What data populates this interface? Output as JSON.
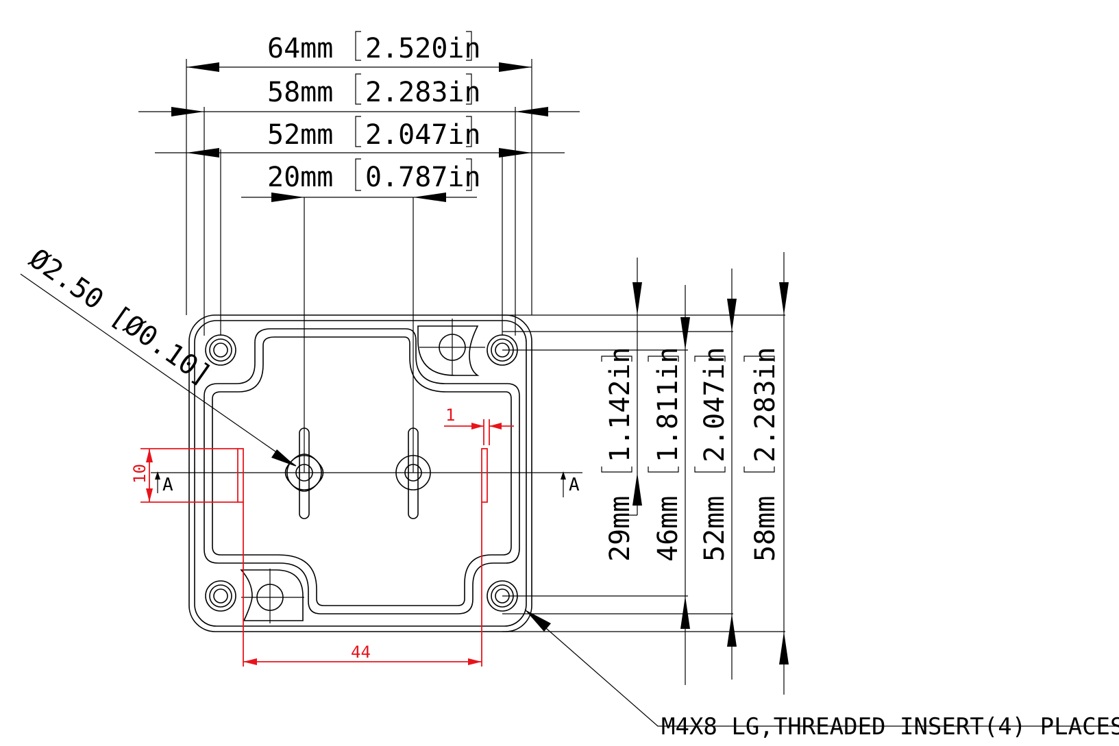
{
  "dims_top": [
    {
      "mm": "64mm",
      "in": "2.520in"
    },
    {
      "mm": "58mm",
      "in": "2.283in"
    },
    {
      "mm": "52mm",
      "in": "2.047in"
    },
    {
      "mm": "20mm",
      "in": "0.787in"
    }
  ],
  "dims_right": [
    {
      "mm": "29mm",
      "in": "1.142in"
    },
    {
      "mm": "46mm",
      "in": "1.811in"
    },
    {
      "mm": "52mm",
      "in": "2.047in"
    },
    {
      "mm": "58mm",
      "in": "2.283in"
    }
  ],
  "hole_callout": "Ø2.50 [Ø0.10]",
  "insert_note": "M4X8 LG,THREADED INSERT(4) PLACES.",
  "section_label": "A",
  "red_dims": {
    "width": "44",
    "height": "10",
    "gap": "1"
  },
  "colors": {
    "line": "#000000",
    "highlight": "#e8141b",
    "background": "#ffffff"
  }
}
